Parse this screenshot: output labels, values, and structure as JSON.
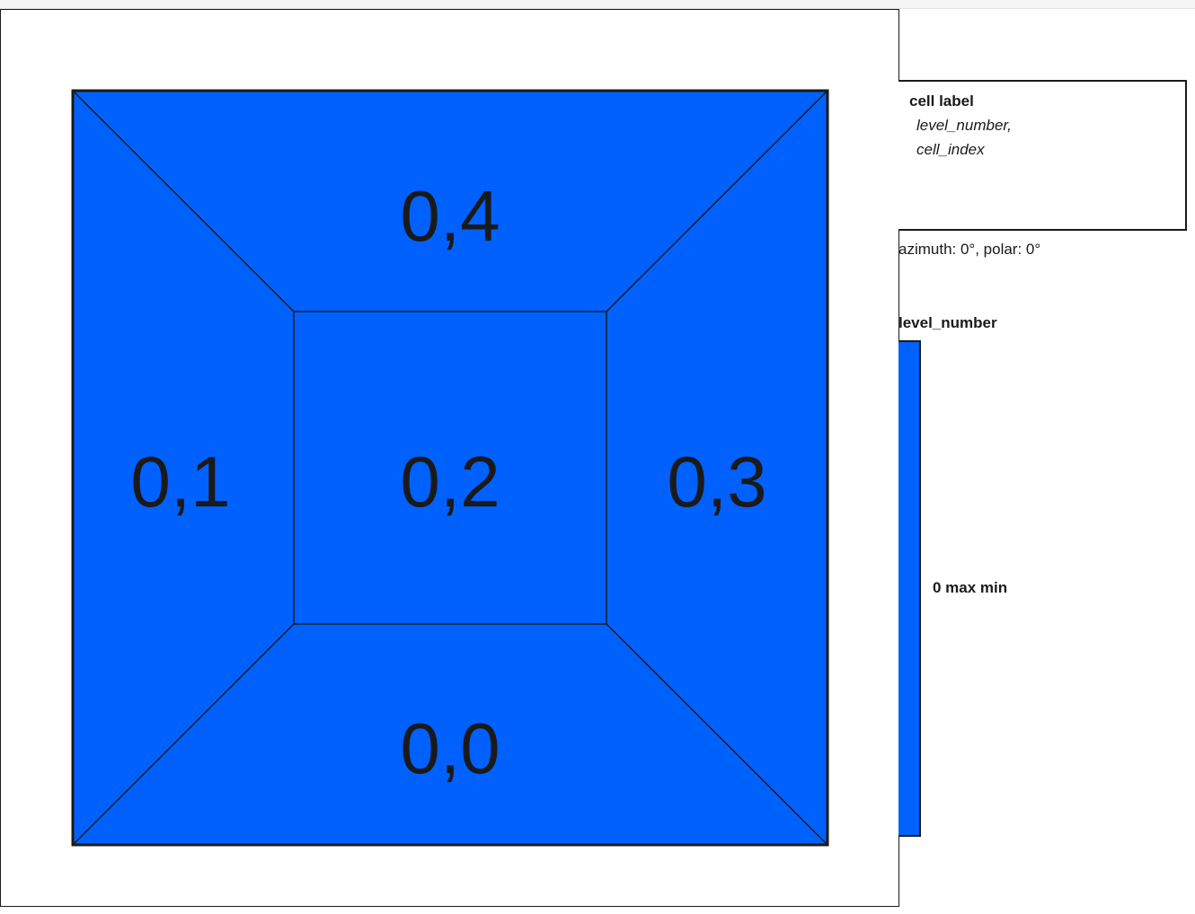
{
  "colors": {
    "cell_fill": "#0061FF",
    "stroke": "#1a1a1a",
    "background": "#ffffff"
  },
  "cells": [
    {
      "label": "0,4",
      "position": "top"
    },
    {
      "label": "0,1",
      "position": "left"
    },
    {
      "label": "0,2",
      "position": "center"
    },
    {
      "label": "0,3",
      "position": "right"
    },
    {
      "label": "0,0",
      "position": "bottom"
    }
  ],
  "legend": {
    "title": "cell label",
    "lines": [
      "level_number,",
      "cell_index"
    ]
  },
  "view": {
    "angles_text": "azimuth: 0°, polar: 0°"
  },
  "colorbar": {
    "title": "level_number",
    "tick_label": "0 max min",
    "color": "#0061FF"
  }
}
